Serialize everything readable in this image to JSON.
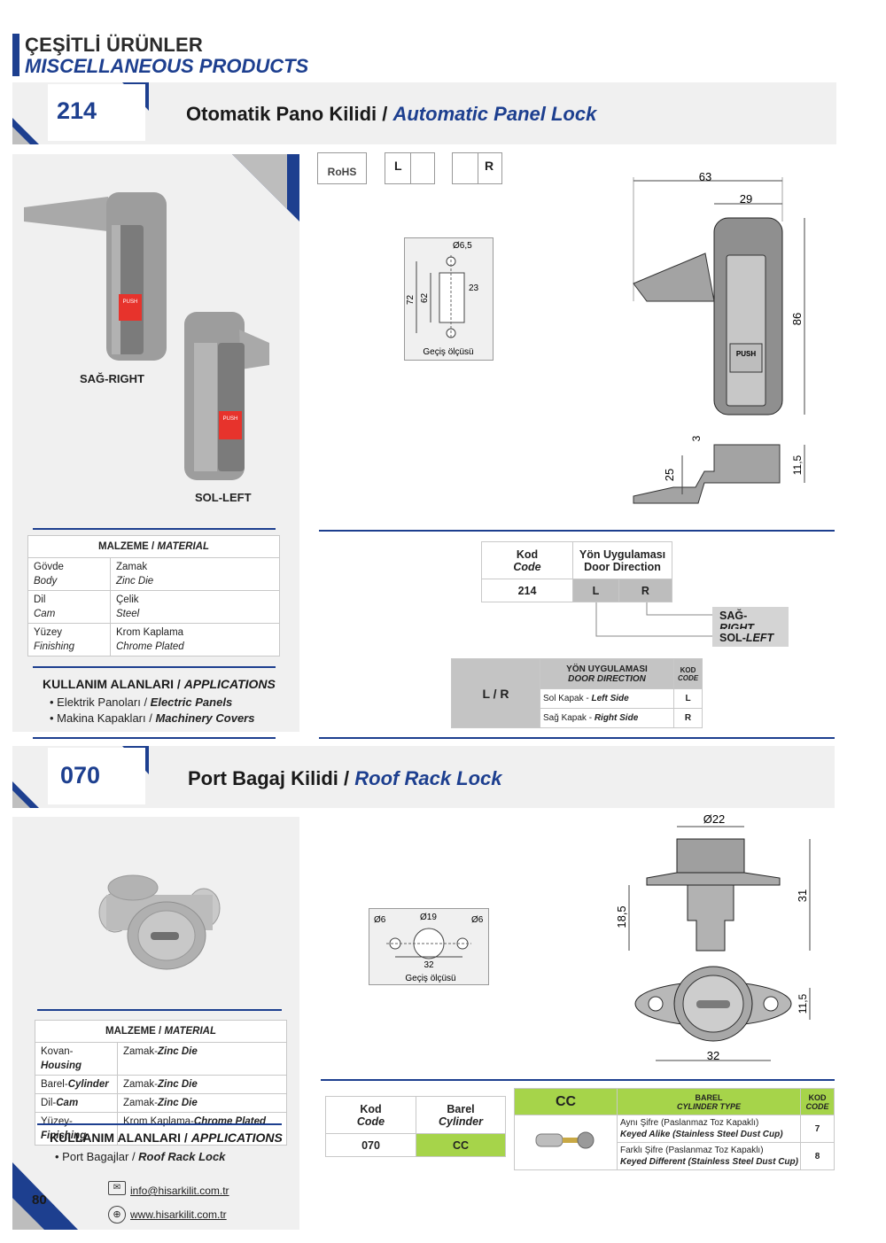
{
  "header": {
    "title_tr": "ÇEŞİTLİ ÜRÜNLER",
    "title_en": "MISCELLANEOUS PRODUCTS"
  },
  "product1": {
    "code": "214",
    "title_tr": "Otomatik Pano Kilidi",
    "separator": " / ",
    "title_en": "Automatic Panel Lock",
    "label_right": "SAĞ-RIGHT",
    "label_left": "SOL-LEFT",
    "icons": {
      "rohs": "RoHS",
      "l": "L",
      "r": "R"
    },
    "cutout": {
      "d": "Ø6,5",
      "h1": "72",
      "h2": "62",
      "w": "23",
      "caption": "Geçiş ölçüsü"
    },
    "dims": {
      "w_total": "63",
      "w_body": "29",
      "h_body": "86",
      "d3": "3",
      "d25": "25",
      "d115": "11,5",
      "push": "PUSH"
    },
    "material": {
      "head_tr": "MALZEME",
      "head_en": "MATERIAL",
      "rows": [
        {
          "k_tr": "Gövde",
          "k_en": "Body",
          "v_tr": "Zamak",
          "v_en": "Zinc Die"
        },
        {
          "k_tr": "Dil",
          "k_en": "Cam",
          "v_tr": "Çelik",
          "v_en": "Steel"
        },
        {
          "k_tr": "Yüzey",
          "k_en": "Finishing",
          "v_tr": "Krom Kaplama",
          "v_en": "Chrome Plated"
        }
      ]
    },
    "usage": {
      "title_tr": "KULLANIM ALANLARI",
      "title_en": "APPLICATIONS",
      "items": [
        {
          "tr": "Elektrik Panoları",
          "en": "Electric Panels"
        },
        {
          "tr": "Makina Kapakları",
          "en": "Machinery Covers"
        }
      ]
    },
    "code_table": {
      "h1_tr": "Kod",
      "h1_en": "Code",
      "h2_tr": "Yön Uygulaması",
      "h2_en": "Door Direction",
      "code": "214",
      "l": "L",
      "r": "R",
      "tag_right_tr": "SAĞ-",
      "tag_right_en": "RIGHT",
      "tag_left_tr": "SOL-",
      "tag_left_en": "LEFT"
    },
    "dir_table": {
      "lr": "L / R",
      "h_tr": "YÖN UYGULAMASI",
      "h_en": "DOOR DIRECTION",
      "kod_tr": "KOD",
      "kod_en": "CODE",
      "rows": [
        {
          "tr": "Sol Kapak - ",
          "en": "Left Side",
          "code": "L"
        },
        {
          "tr": "Sağ Kapak - ",
          "en": "Right Side",
          "code": "R"
        }
      ]
    }
  },
  "product2": {
    "code": "070",
    "title_tr": "Port Bagaj Kilidi",
    "separator": " / ",
    "title_en": "Roof Rack Lock",
    "cutout": {
      "d6a": "Ø6",
      "d19": "Ø19",
      "d6b": "Ø6",
      "w": "32",
      "caption": "Geçiş ölçüsü"
    },
    "dims": {
      "d22": "Ø22",
      "h31": "31",
      "h185": "18,5",
      "d115": "11,5",
      "w32": "32"
    },
    "material": {
      "head_tr": "MALZEME",
      "head_en": "MATERIAL",
      "rows": [
        {
          "k_tr": "Kovan-",
          "k_en": "Housing",
          "v_tr": "Zamak-",
          "v_en": "Zinc Die"
        },
        {
          "k_tr": "Barel-",
          "k_en": "Cylinder",
          "v_tr": "Zamak-",
          "v_en": "Zinc Die"
        },
        {
          "k_tr": "Dil-",
          "k_en": "Cam",
          "v_tr": "Zamak-",
          "v_en": "Zinc Die"
        },
        {
          "k_tr": "Yüzey-",
          "k_en": "Finishing",
          "v_tr": "Krom Kaplama-",
          "v_en": "Chrome Plated"
        }
      ]
    },
    "usage": {
      "title_tr": "KULLANIM ALANLARI",
      "title_en": "APPLICATIONS",
      "items": [
        {
          "tr": "Port Bagajlar",
          "en": "Roof Rack Lock"
        }
      ]
    },
    "code_table": {
      "h1_tr": "Kod",
      "h1_en": "Code",
      "h2_tr": "Barel",
      "h2_en": "Cylinder",
      "code": "070",
      "cyl": "CC"
    },
    "cyl_table": {
      "cc": "CC",
      "h_tr": "BAREL",
      "h_en": "CYLINDER TYPE",
      "kod_tr": "KOD",
      "kod_en": "CODE",
      "rows": [
        {
          "tr": "Aynı Şifre (Paslanmaz Toz Kapaklı)",
          "en": "Keyed Alike (Stainless Steel Dust Cup)",
          "code": "7"
        },
        {
          "tr": "Farklı Şifre (Paslanmaz Toz Kapaklı)",
          "en": "Keyed Different (Stainless Steel Dust Cup)",
          "code": "8"
        }
      ]
    }
  },
  "footer": {
    "page": "80",
    "email": "info@hisarkilit.com.tr",
    "web": "www.hisarkilit.com.tr"
  },
  "colors": {
    "navy": "#1d3f8f",
    "green": "#a6d44a",
    "panel": "#f0f0f0"
  }
}
